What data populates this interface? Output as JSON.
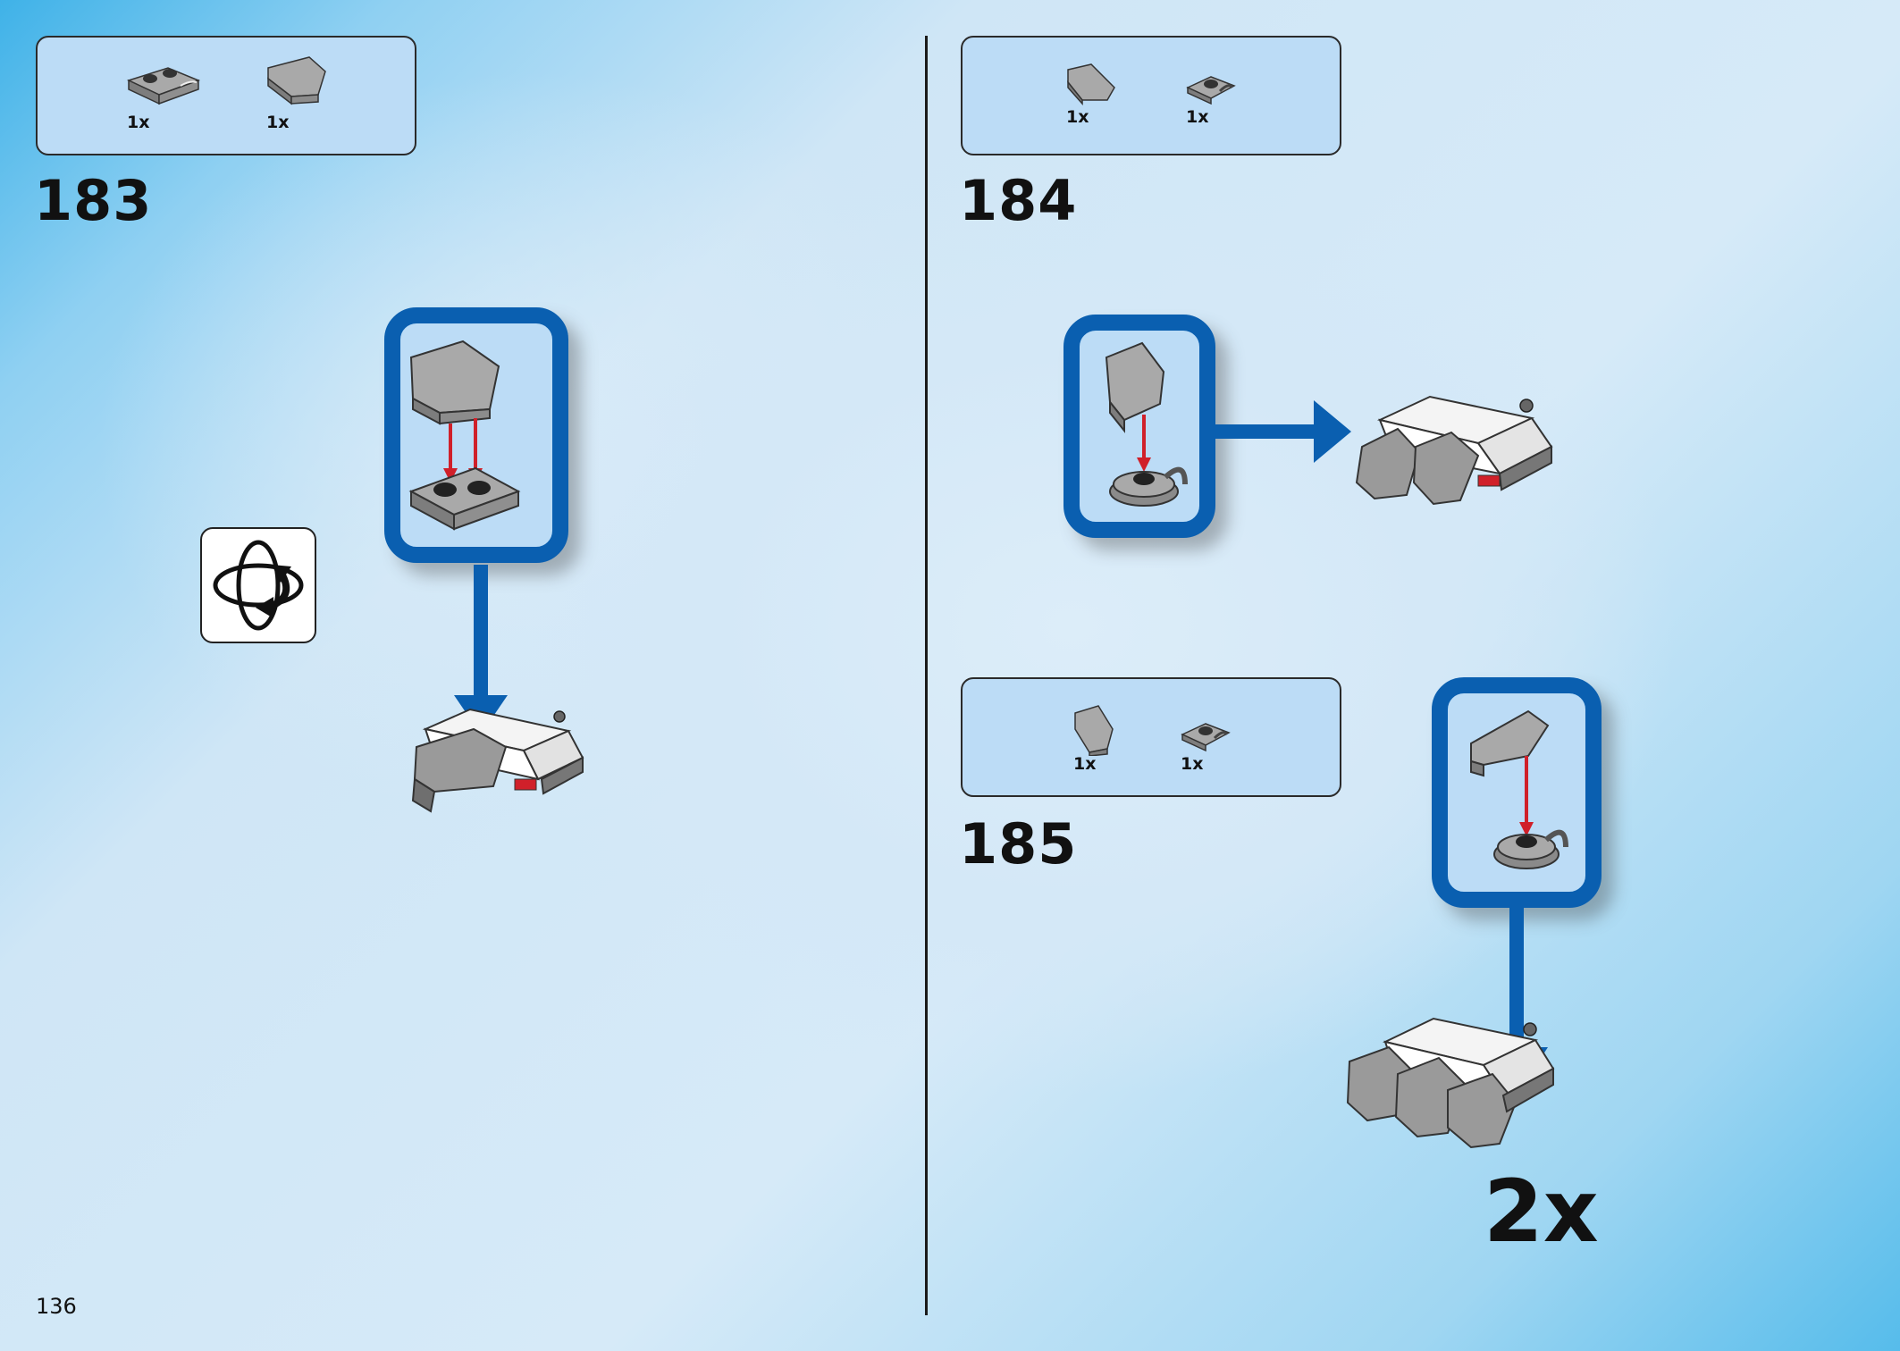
{
  "page_number": "136",
  "steps": [
    {
      "number": "183",
      "parts": [
        {
          "part": "plate-1x2-rail-icon",
          "qty": "1x"
        },
        {
          "part": "wedge-plate-icon",
          "qty": "1x"
        }
      ]
    },
    {
      "number": "184",
      "parts": [
        {
          "part": "wedge-plate-icon",
          "qty": "1x"
        },
        {
          "part": "plate-1x1-clip-icon",
          "qty": "1x"
        }
      ]
    },
    {
      "number": "185",
      "parts": [
        {
          "part": "wedge-plate-icon",
          "qty": "1x"
        },
        {
          "part": "plate-1x1-clip-icon",
          "qty": "1x"
        }
      ],
      "multiplier": "2x"
    }
  ],
  "icons": {
    "rotate": "rotate-model-icon"
  },
  "colors": {
    "frame_blue": "#0a5fb0",
    "panel_blue": "#bcdcf6",
    "arrow_red": "#d0202a",
    "brick_gray": "#9a9a9a",
    "brick_white": "#ffffff"
  }
}
